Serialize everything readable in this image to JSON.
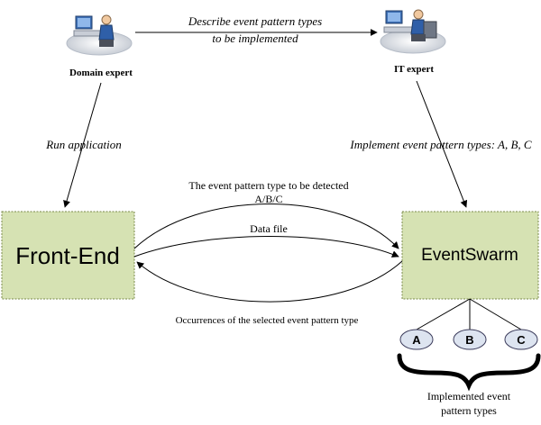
{
  "nodes": {
    "domain_expert": "Domain expert",
    "it_expert": "IT expert",
    "front_end": "Front-End",
    "eventswarm": "EventSwarm"
  },
  "edges": {
    "describe_line1": "Describe event pattern types",
    "describe_line2": "to be implemented",
    "run_application": "Run application",
    "implement": "Implement event pattern types: A, B, C",
    "detect_line1": "The event pattern type to be detected",
    "detect_line2": "A/B/C",
    "data_file": "Data file",
    "occurrences": "Occurrences of the selected event pattern type"
  },
  "patterns": [
    "A",
    "B",
    "C"
  ],
  "implemented_label": {
    "line1": "Implemented event",
    "line2": "pattern types"
  },
  "colors": {
    "box_fill": "#d6e2b3",
    "box_border": "#7a8a4a",
    "ellipse_fill": "#dde4f0",
    "ellipse_border": "#3a3a5a"
  }
}
